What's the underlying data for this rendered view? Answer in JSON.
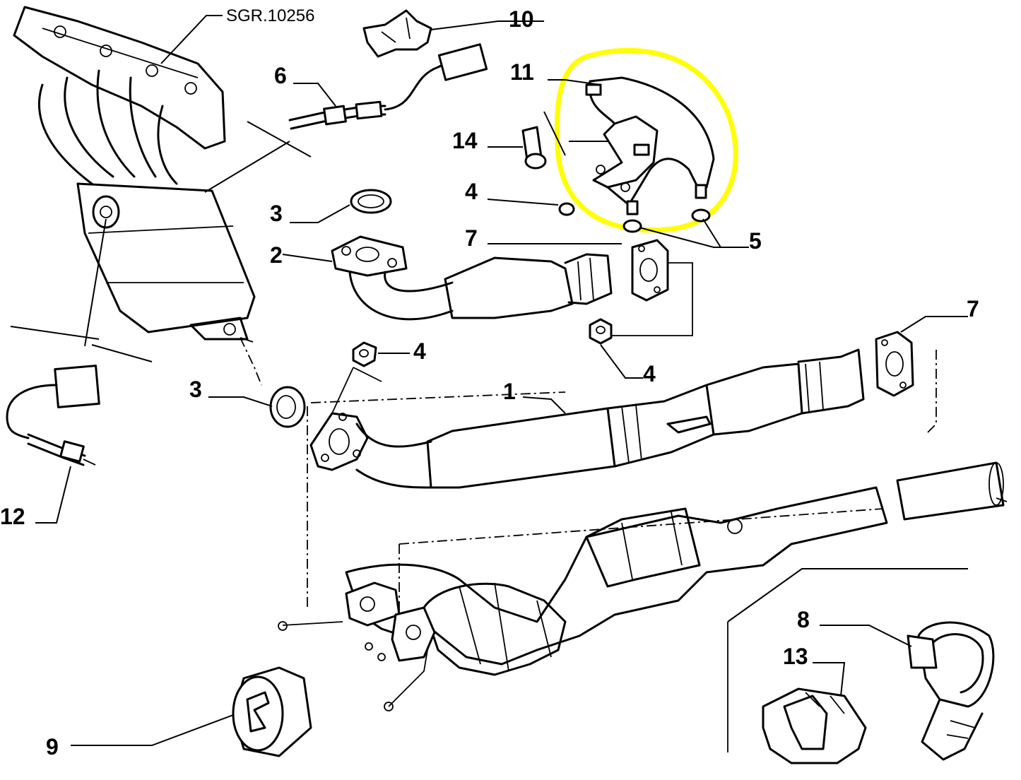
{
  "diagram": {
    "reference": "SGR.10256",
    "callouts": [
      "1",
      "2",
      "3",
      "3",
      "4",
      "4",
      "4",
      "5",
      "6",
      "7",
      "7",
      "8",
      "9",
      "10",
      "11",
      "12",
      "13",
      "14"
    ],
    "highlight_color": "#ffff00"
  }
}
